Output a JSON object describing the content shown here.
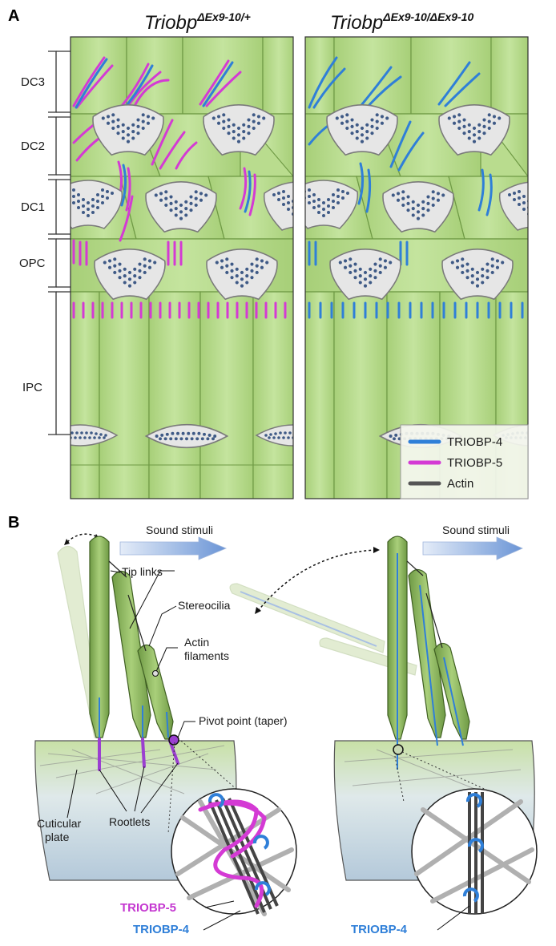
{
  "panel_a": {
    "label": "A",
    "genotype_left": {
      "base": "Triobp",
      "sup": "ΔEx9-10/+"
    },
    "genotype_right": {
      "base": "Triobp",
      "sup": "ΔEx9-10/ΔEx9-10"
    },
    "rows": [
      "DC3",
      "DC2",
      "DC1",
      "OPC",
      "IPC"
    ],
    "legend": [
      {
        "label": "TRIOBP-4",
        "color": "#2f7fd8"
      },
      {
        "label": "TRIOBP-5",
        "color": "#d43ad4"
      },
      {
        "label": "Actin",
        "color": "#555555"
      }
    ]
  },
  "panel_b": {
    "label": "B",
    "sound_left": "Sound stimuli",
    "sound_right": "Sound stimuli",
    "tip_links": "Tip links",
    "stereocilia": "Stereocilia",
    "actin_1": "Actin",
    "actin_2": "filaments",
    "pivot": "Pivot point (taper)",
    "cuticular_1": "Cuticular",
    "cuticular_2": "plate",
    "rootlets": "Rootlets",
    "triobp5": "TRIOBP-5",
    "triobp4_left": "TRIOBP-4",
    "triobp4_right": "TRIOBP-4"
  },
  "colors": {
    "cell_green": "#b9dc8e",
    "cell_green_dark": "#8fbf63",
    "hair_gray": "#e4e4e4",
    "dot_blue": "#3f5a86",
    "triobp4": "#2f7fd8",
    "triobp5": "#d43ad4"
  }
}
